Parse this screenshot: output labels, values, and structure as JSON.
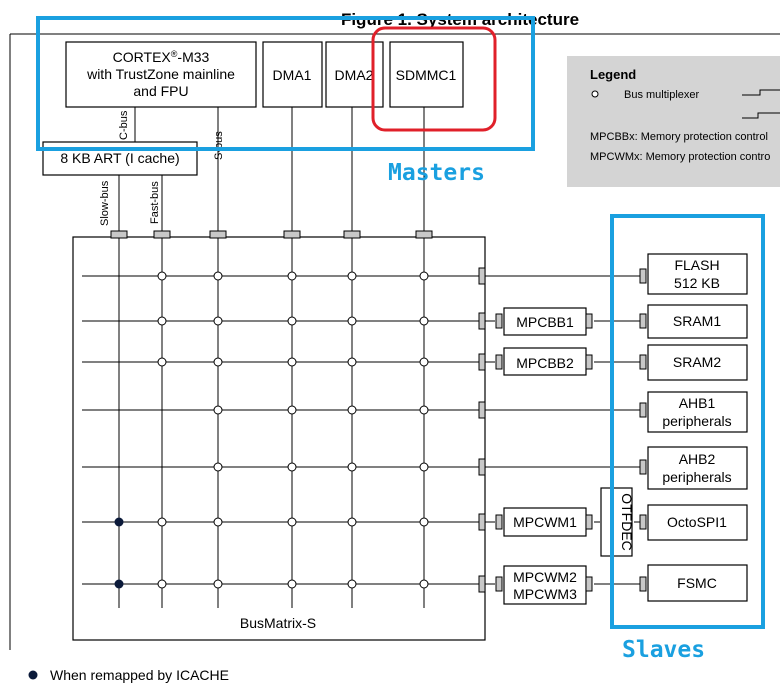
{
  "figure": {
    "title": "Figure 1. System architecture"
  },
  "masters": {
    "cpu": {
      "line1": "CORTEX",
      "sup": "®",
      "line1b": "-M33",
      "line2": "with TrustZone mainline",
      "line3": "and FPU"
    },
    "dma1": "DMA1",
    "dma2": "DMA2",
    "sdmmc1": "SDMMC1",
    "icache": "8 KB ART (I cache)"
  },
  "bus_labels": {
    "cbus": "C-bus",
    "sbus": "S-bus",
    "slowbus": "Slow-bus",
    "fastbus": "Fast-bus"
  },
  "matrix": {
    "label": "BusMatrix-S"
  },
  "legend": {
    "title": "Legend",
    "mux": "Bus multiplexer",
    "mpcbb": "MPCBBx: Memory protection control",
    "mpcwm": "MPCWMx: Memory protection contro"
  },
  "protectors": {
    "mpcbb1": "MPCBB1",
    "mpcbb2": "MPCBB2",
    "mpcwm1": "MPCWM1",
    "mpcwm2": "MPCWM2",
    "mpcwm3": "MPCWM3",
    "otfdec": "OTFDEC"
  },
  "slaves": {
    "flash_1": "FLASH",
    "flash_2": "512 KB",
    "sram1": "SRAM1",
    "sram2": "SRAM2",
    "ahb1_1": "AHB1",
    "ahb1_2": "peripherals",
    "ahb2_1": "AHB2",
    "ahb2_2": "peripherals",
    "octospi": "OctoSPI1",
    "fsmc": "FSMC"
  },
  "footnote": "When remapped by ICACHE",
  "annotations": {
    "masters": "Masters",
    "slaves": "Slaves",
    "master_color": "#1aa0e0",
    "highlight_color": "#e0202a"
  }
}
